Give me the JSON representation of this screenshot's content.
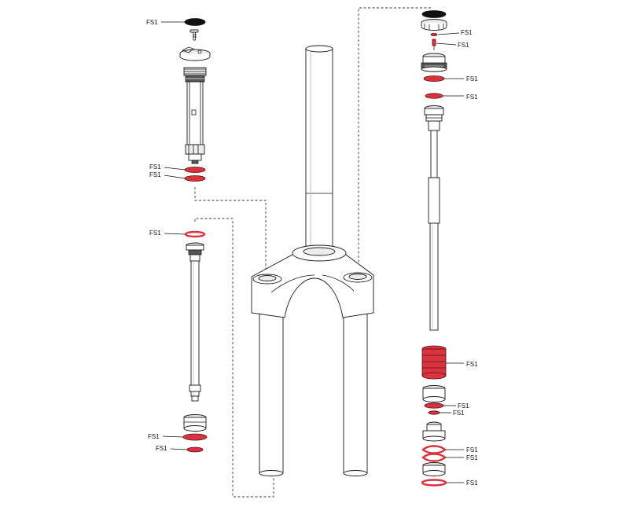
{
  "diagram": {
    "part_label": "FS1",
    "callouts": [
      {
        "id": "fs1-left-top-cap"
      },
      {
        "id": "fs1-left-spring-upper-ring"
      },
      {
        "id": "fs1-left-spring-lower-ring"
      },
      {
        "id": "fs1-left-shaft-top-ring"
      },
      {
        "id": "fs1-left-bottom-upper-ring"
      },
      {
        "id": "fs1-left-bottom-lower-ring"
      },
      {
        "id": "fs1-right-small-oring"
      },
      {
        "id": "fs1-right-valve"
      },
      {
        "id": "fs1-right-upper-ring-1"
      },
      {
        "id": "fs1-right-upper-ring-2"
      },
      {
        "id": "fs1-right-bumper"
      },
      {
        "id": "fs1-right-lower-ring-1"
      },
      {
        "id": "fs1-right-lower-ring-2"
      },
      {
        "id": "fs1-right-quad-ring-1"
      },
      {
        "id": "fs1-right-quad-ring-2"
      },
      {
        "id": "fs1-right-bottom-ring"
      }
    ],
    "colors": {
      "seal_red": "#d9333f",
      "outline": "#1a1a1a",
      "background": "#ffffff"
    }
  }
}
